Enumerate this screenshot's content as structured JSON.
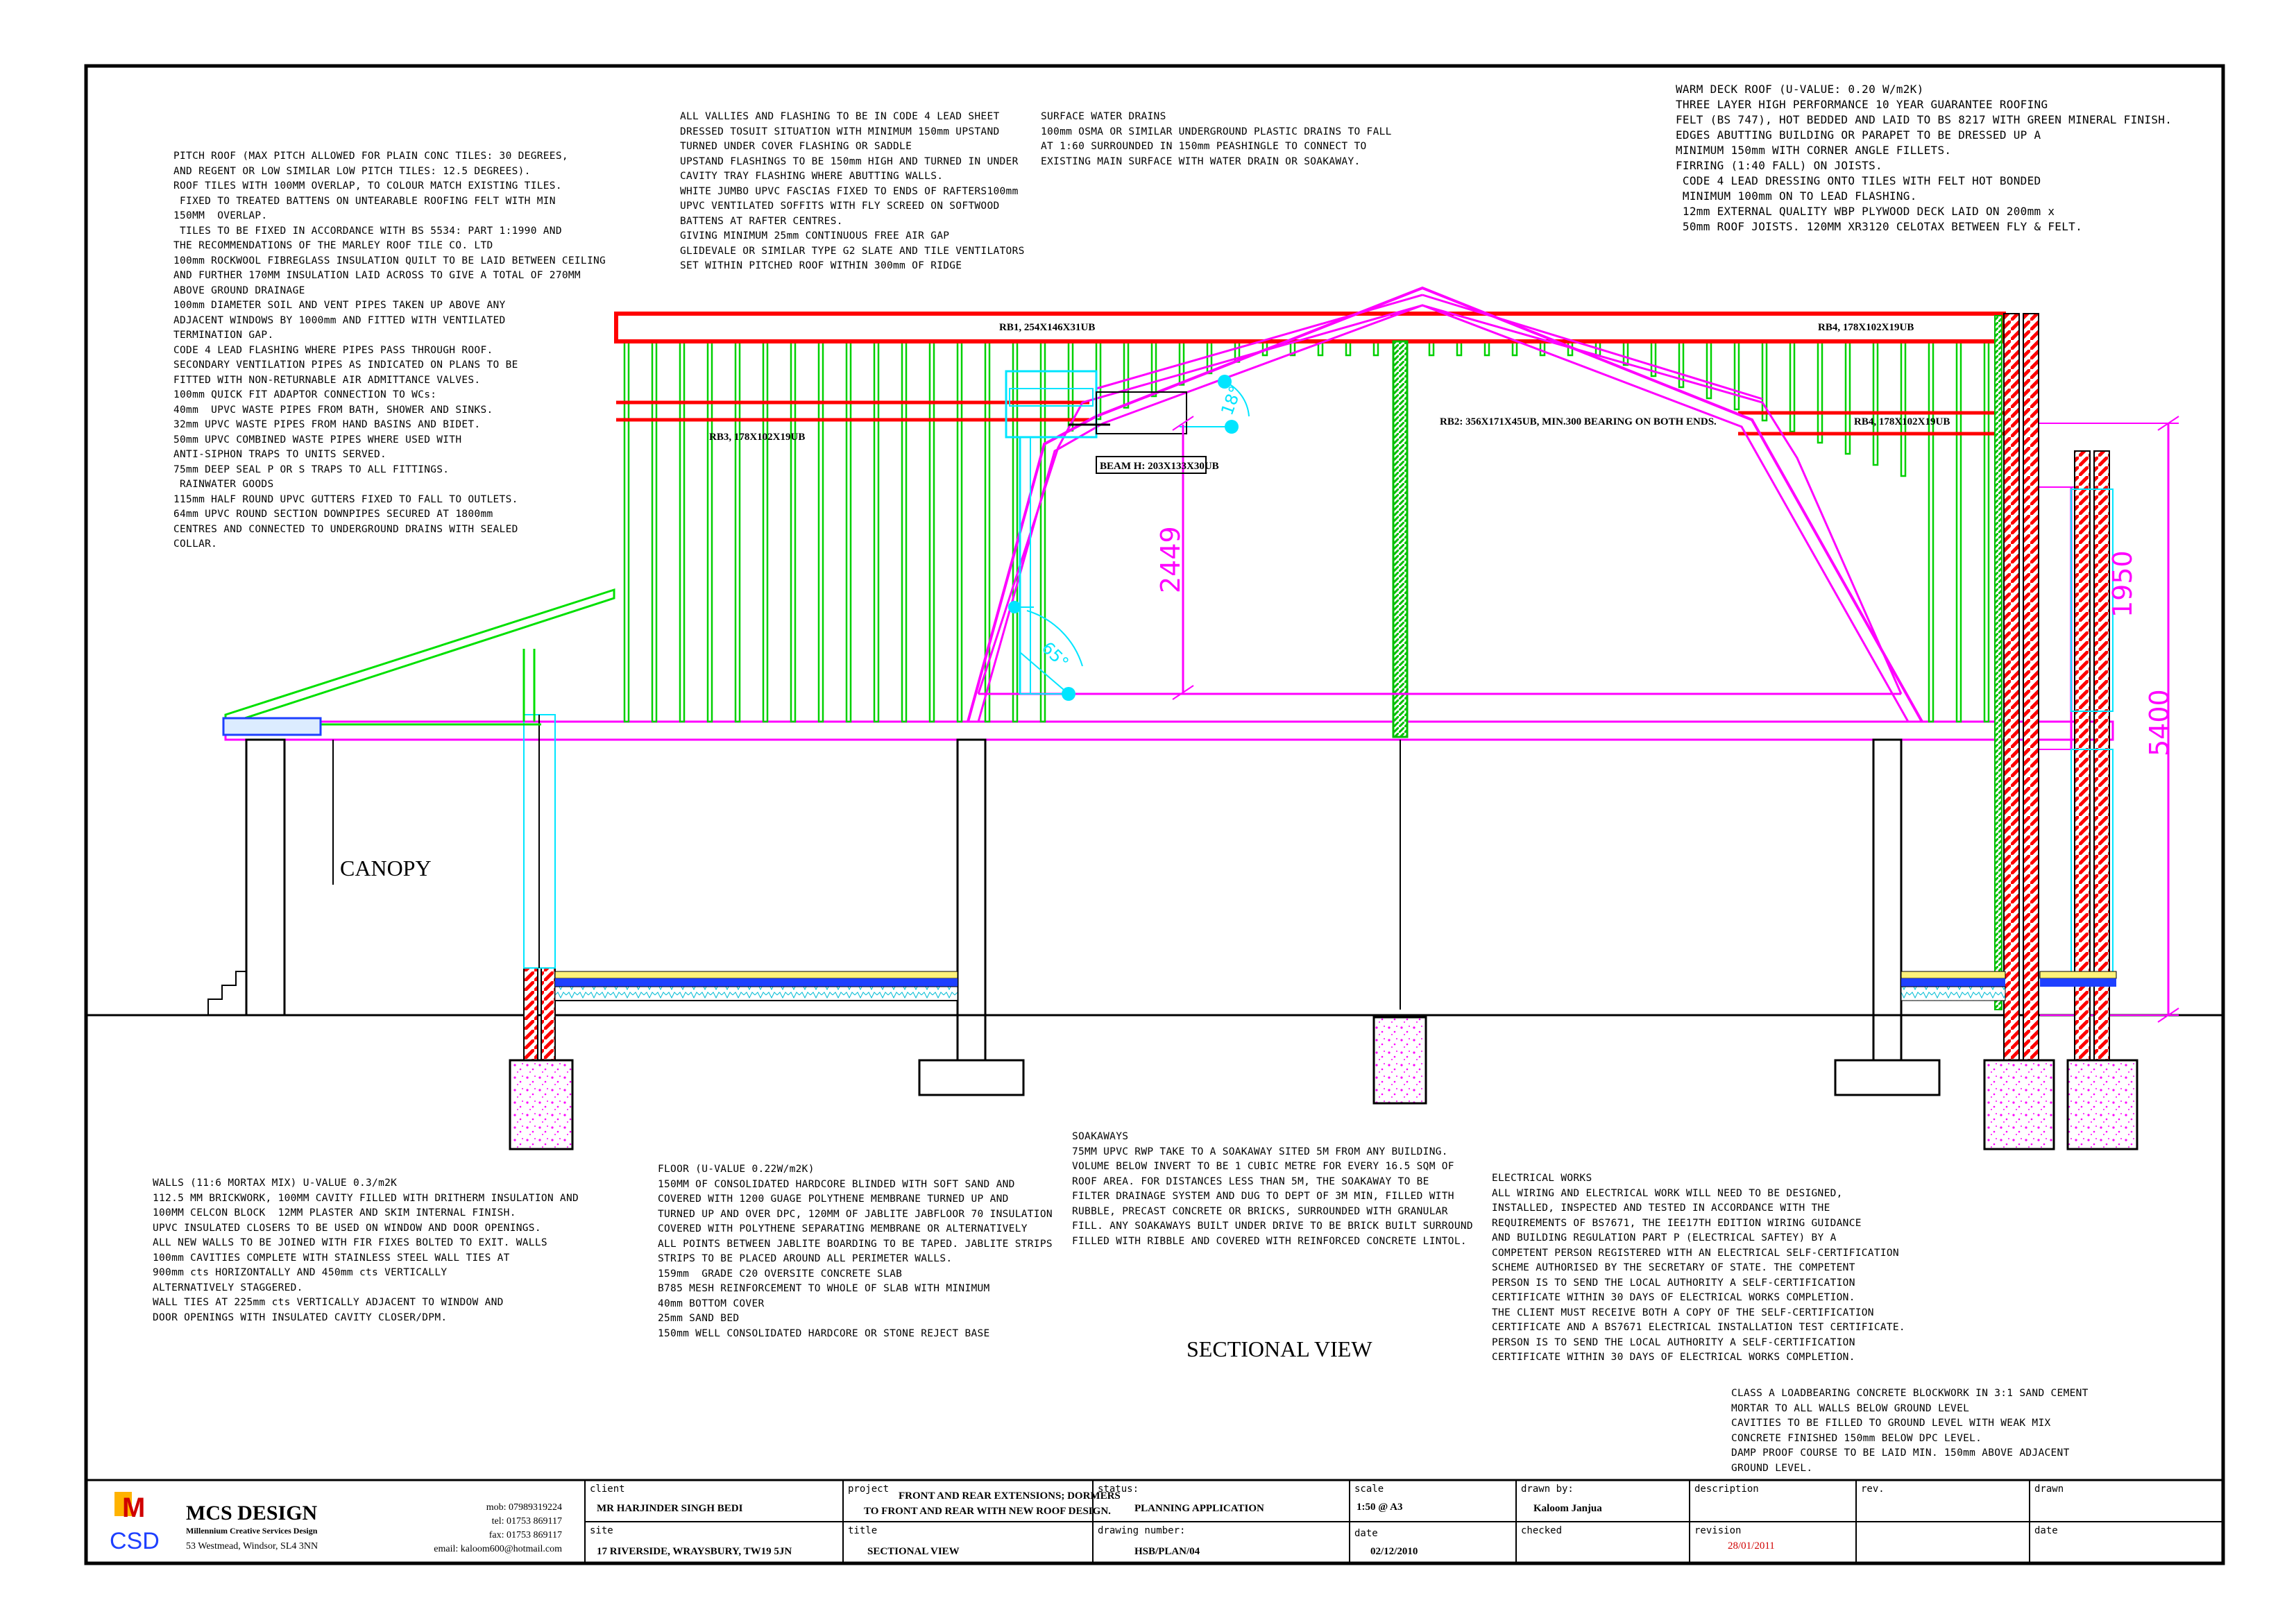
{
  "notes": {
    "pitch_roof": [
      "PITCH ROOF (MAX PITCH ALLOWED FOR PLAIN CONC TILES: 30 DEGREES,",
      "AND REGENT OR LOW SIMILAR LOW PITCH TILES: 12.5 DEGREES).",
      "ROOF TILES WITH 100MM OVERLAP, TO COLOUR MATCH EXISTING TILES.",
      " FIXED TO TREATED BATTENS ON UNTEARABLE ROOFING FELT WITH MIN",
      "150MM  OVERLAP.",
      " TILES TO BE FIXED IN ACCORDANCE WITH BS 5534: PART 1:1990 AND",
      "THE RECOMMENDATIONS OF THE MARLEY ROOF TILE CO. LTD",
      "100mm ROCKWOOL FIBREGLASS INSULATION QUILT TO BE LAID BETWEEN CEILING",
      "AND FURTHER 170MM INSULATION LAID ACROSS TO GIVE A TOTAL OF 270MM",
      "ABOVE GROUND DRAINAGE",
      "100mm DIAMETER SOIL AND VENT PIPES TAKEN UP ABOVE ANY",
      "ADJACENT WINDOWS BY 1000mm AND FITTED WITH VENTILATED",
      "TERMINATION GAP.",
      "CODE 4 LEAD FLASHING WHERE PIPES PASS THROUGH ROOF.",
      "SECONDARY VENTILATION PIPES AS INDICATED ON PLANS TO BE",
      "FITTED WITH NON-RETURNABLE AIR ADMITTANCE VALVES.",
      "100mm QUICK FIT ADAPTOR CONNECTION TO WCs:",
      "40mm  UPVC WASTE PIPES FROM BATH, SHOWER AND SINKS.",
      "32mm UPVC WASTE PIPES FROM HAND BASINS AND BIDET.",
      "50mm UPVC COMBINED WASTE PIPES WHERE USED WITH",
      "ANTI-SIPHON TRAPS TO UNITS SERVED.",
      "75mm DEEP SEAL P OR S TRAPS TO ALL FITTINGS.",
      " RAINWATER GOODS",
      "115mm HALF ROUND UPVC GUTTERS FIXED TO FALL TO OUTLETS.",
      "64mm UPVC ROUND SECTION DOWNPIPES SECURED AT 1800mm",
      "CENTRES AND CONNECTED TO UNDERGROUND DRAINS WITH SEALED",
      "COLLAR."
    ],
    "valleys": [
      "ALL VALLIES AND FLASHING TO BE IN CODE 4 LEAD SHEET",
      "DRESSED TOSUIT SITUATION WITH MINIMUM 150mm UPSTAND",
      "TURNED UNDER COVER FLASHING OR SADDLE",
      "UPSTAND FLASHINGS TO BE 150mm HIGH AND TURNED IN UNDER",
      "CAVITY TRAY FLASHING WHERE ABUTTING WALLS.",
      "WHITE JUMBO UPVC FASCIAS FIXED TO ENDS OF RAFTERS100mm",
      "UPVC VENTILATED SOFFITS WITH FLY SCREED ON SOFTWOOD",
      "BATTENS AT RAFTER CENTRES.",
      "GIVING MINIMUM 25mm CONTINUOUS FREE AIR GAP",
      "GLIDEVALE OR SIMILAR TYPE G2 SLATE AND TILE VENTILATORS",
      "SET WITHIN PITCHED ROOF WITHIN 300mm OF RIDGE"
    ],
    "surface_water": [
      "SURFACE WATER DRAINS",
      "100mm OSMA OR SIMILAR UNDERGROUND PLASTIC DRAINS TO FALL",
      "AT 1:60 SURROUNDED IN 150mm PEASHINGLE TO CONNECT TO",
      "EXISTING MAIN SURFACE WITH WATER DRAIN OR SOAKAWAY."
    ],
    "warm_deck": [
      "WARM DECK ROOF (U-VALUE: 0.20 W/m2K)",
      "THREE LAYER HIGH PERFORMANCE 10 YEAR GUARANTEE ROOFING",
      "FELT (BS 747), HOT BEDDED AND LAID TO BS 8217 WITH GREEN MINERAL FINISH.",
      "EDGES ABUTTING BUILDING OR PARAPET TO BE DRESSED UP A",
      "MINIMUM 150mm WITH CORNER ANGLE FILLETS.",
      "FIRRING (1:40 FALL) ON JOISTS.",
      " CODE 4 LEAD DRESSING ONTO TILES WITH FELT HOT BONDED",
      " MINIMUM 100mm ON TO LEAD FLASHING.",
      " 12mm EXTERNAL QUALITY WBP PLYWOOD DECK LAID ON 200mm x",
      " 50mm ROOF JOISTS. 120MM XR3120 CELOTAX BETWEEN FLY & FELT."
    ],
    "walls": [
      "WALLS (11:6 MORTAX MIX) U-VALUE 0.3/m2K",
      "112.5 MM BRICKWORK, 100MM CAVITY FILLED WITH DRITHERM INSULATION AND",
      "100MM CELCON BLOCK  12MM PLASTER AND SKIM INTERNAL FINISH.",
      "UPVC INSULATED CLOSERS TO BE USED ON WINDOW AND DOOR OPENINGS.",
      "ALL NEW WALLS TO BE JOINED WITH FIR FIXES BOLTED TO EXIT. WALLS",
      "100mm CAVITIES COMPLETE WITH STAINLESS STEEL WALL TIES AT",
      "900mm cts HORIZONTALLY AND 450mm cts VERTICALLY",
      "ALTERNATIVELY STAGGERED.",
      "WALL TIES AT 225mm cts VERTICALLY ADJACENT TO WINDOW AND",
      "DOOR OPENINGS WITH INSULATED CAVITY CLOSER/DPM."
    ],
    "floor": [
      "FLOOR (U-VALUE 0.22W/m2K)",
      "150MM OF CONSOLIDATED HARDCORE BLINDED WITH SOFT SAND AND",
      "COVERED WITH 1200 GUAGE POLYTHENE MEMBRANE TURNED UP AND",
      "TURNED UP AND OVER DPC, 120MM OF JABLITE JABFLOOR 70 INSULATION",
      "COVERED WITH POLYTHENE SEPARATING MEMBRANE OR ALTERNATIVELY",
      "ALL POINTS BETWEEN JABLITE BOARDING TO BE TAPED. JABLITE STRIPS",
      "STRIPS TO BE PLACED AROUND ALL PERIMETER WALLS.",
      "159mm  GRADE C20 OVERSITE CONCRETE SLAB",
      "B785 MESH REINFORCEMENT TO WHOLE OF SLAB WITH MINIMUM",
      "40mm BOTTOM COVER",
      "25mm SAND BED",
      "150mm WELL CONSOLIDATED HARDCORE OR STONE REJECT BASE"
    ],
    "soakaways": [
      "SOAKAWAYS",
      "75MM UPVC RWP TAKE TO A SOAKAWAY SITED 5M FROM ANY BUILDING.",
      "VOLUME BELOW INVERT TO BE 1 CUBIC METRE FOR EVERY 16.5 SQM OF",
      "ROOF AREA. FOR DISTANCES LESS THAN 5M, THE SOAKAWAY TO BE",
      "FILTER DRAINAGE SYSTEM AND DUG TO DEPT OF 3M MIN, FILLED WITH",
      "RUBBLE, PRECAST CONCRETE OR BRICKS, SURROUNDED WITH GRANULAR",
      "FILL. ANY SOAKAWAYS BUILT UNDER DRIVE TO BE BRICK BUILT SURROUND",
      "FILLED WITH RIBBLE AND COVERED WITH REINFORCED CONCRETE LINTOL."
    ],
    "electrical": [
      "ELECTRICAL WORKS",
      "ALL WIRING AND ELECTRICAL WORK WILL NEED TO BE DESIGNED,",
      "INSTALLED, INSPECTED AND TESTED IN ACCORDANCE WITH THE",
      "REQUIREMENTS OF BS7671, THE IEE17TH EDITION WIRING GUIDANCE",
      "AND BUILDING REGULATION PART P (ELECTRICAL SAFTEY) BY A",
      "COMPETENT PERSON REGISTERED WITH AN ELECTRICAL SELF-CERTIFICATION",
      "SCHEME AUTHORISED BY THE SECRETARY OF STATE. THE COMPETENT",
      "PERSON IS TO SEND THE LOCAL AUTHORITY A SELF-CERTIFICATION",
      "CERTIFICATE WITHIN 30 DAYS OF ELECTRICAL WORKS COMPLETION.",
      "THE CLIENT MUST RECEIVE BOTH A COPY OF THE SELF-CERTIFICATION",
      "CERTIFICATE AND A BS7671 ELECTRICAL INSTALLATION TEST CERTIFICATE.",
      "PERSON IS TO SEND THE LOCAL AUTHORITY A SELF-CERTIFICATION",
      "CERTIFICATE WITHIN 30 DAYS OF ELECTRICAL WORKS COMPLETION."
    ],
    "class": [
      "CLASS A LOADBEARING CONCRETE BLOCKWORK IN 3:1 SAND CEMENT",
      "MORTAR TO ALL WALLS BELOW GROUND LEVEL",
      "CAVITIES TO BE FILLED TO GROUND LEVEL WITH WEAK MIX",
      "CONCRETE FINISHED 150mm BELOW DPC LEVEL.",
      "DAMP PROOF COURSE TO BE LAID MIN. 150mm ABOVE ADJACENT",
      "GROUND LEVEL."
    ]
  },
  "labels": {
    "rb1": "RB1, 254X146X31UB",
    "rb4_top": "RB4, 178X102X19UB",
    "rb3": "RB3, 178X102X19UB",
    "rb2": "RB2: 356X171X45UB, MIN.300 BEARING ON BOTH ENDS.",
    "rb4_low": "RB4, 178X102X19UB",
    "beam_h": "BEAM H: 203X133X30UB",
    "dim_2449": "2449",
    "dim_1950": "1950",
    "dim_5400": "5400",
    "angle_18": "18°",
    "angle_65": "65°",
    "canopy": "CANOPY",
    "sectional_view": "SECTIONAL VIEW"
  },
  "title_block": {
    "logo_letters": "M",
    "logo_sub": "CSD",
    "company": "MCS DESIGN",
    "company_sub": "Millennium Creative Services Design",
    "company_addr": "53 Westmead, Windsor, SL4 3NN",
    "mob": "mob: 07989319224",
    "tel": "tel: 01753 869117",
    "fax": "fax: 01753 869117",
    "email": "email: kaloom600@hotmail.com",
    "client_head": "client",
    "client": "MR HARJINDER SINGH BEDI",
    "site_head": "site",
    "site": "17 RIVERSIDE, WRAYSBURY, TW19 5JN",
    "project_head": "project",
    "project_1": "FRONT AND REAR EXTENSIONS; DORMERS",
    "project_2": "TO FRONT AND REAR WITH NEW ROOF DESIGN.",
    "title_head": "title",
    "title": "SECTIONAL VIEW",
    "status_head": "status:",
    "status": "PLANNING APPLICATION",
    "drawing_number_head": "drawing number:",
    "drawing_number": "HSB/PLAN/04",
    "scale_head": "scale",
    "scale": "1:50 @ A3",
    "date_head": "date",
    "date": "02/12/2010",
    "drawn_by_head": "drawn by:",
    "drawn_by": "Kaloom Janjua",
    "checked_head": "checked",
    "description_head": "description",
    "revision_head": "revision",
    "revision": "28/01/2011",
    "rev_head": "rev.",
    "drawn_head": "drawn",
    "date2_head": "date"
  },
  "colors": {
    "magenta": "#ff00ff",
    "green": "#00e000",
    "red": "#ff0000",
    "cyan": "#00e5ff",
    "black": "#000000"
  }
}
